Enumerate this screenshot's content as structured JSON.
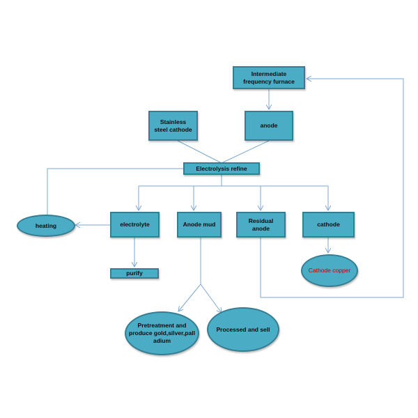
{
  "colors": {
    "node_fill": "#4bacc6",
    "node_border": "#357d91",
    "connector": "#7ba7d0",
    "highlight_text": "#c00000"
  },
  "nodes": {
    "furnace": "Intermediate frequency furnace",
    "cathode_input": "Stainless steel cathode",
    "anode": "anode",
    "refine": "Electrolysis refine",
    "heating": "heating",
    "electrolyte": "electrolyte",
    "anode_mud": "Anode mud",
    "residual_anode": "Residual anode",
    "cathode": "cathode",
    "purify": "purify",
    "cathode_copper": "Cathode copper",
    "pretreatment": "Pretreatment and produce gold,silver,pall adium",
    "processed": "Processed and sell"
  }
}
